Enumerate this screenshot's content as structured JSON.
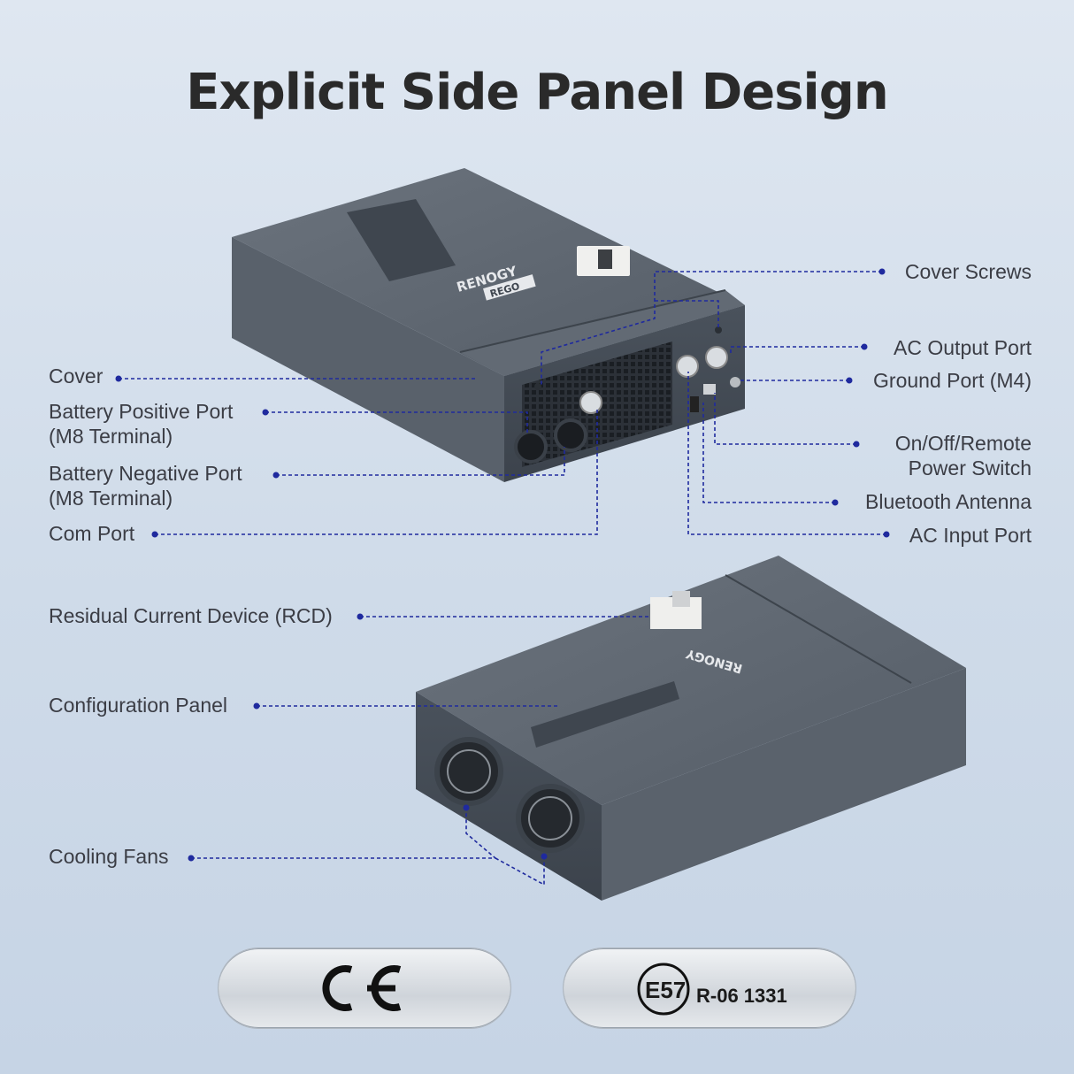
{
  "title": "Explicit Side Panel Design",
  "labels_left": [
    {
      "id": "cover",
      "text": "Cover"
    },
    {
      "id": "battery-positive",
      "line1": "Battery Positive Port",
      "line2": "(M8 Terminal)"
    },
    {
      "id": "battery-negative",
      "line1": "Battery Negative Port",
      "line2": "(M8 Terminal)"
    },
    {
      "id": "com-port",
      "text": "Com Port"
    },
    {
      "id": "rcd",
      "text": "Residual Current Device (RCD)"
    },
    {
      "id": "config-panel",
      "text": "Configuration Panel"
    },
    {
      "id": "cooling-fans",
      "text": "Cooling Fans"
    }
  ],
  "labels_right": [
    {
      "id": "cover-screws",
      "text": "Cover Screws"
    },
    {
      "id": "ac-output",
      "text": "AC Output Port"
    },
    {
      "id": "ground-port",
      "text": "Ground Port (M4)"
    },
    {
      "id": "power-switch",
      "line1": "On/Off/Remote",
      "line2": "Power Switch"
    },
    {
      "id": "bluetooth",
      "text": "Bluetooth Antenna"
    },
    {
      "id": "ac-input",
      "text": "AC Input Port"
    }
  ],
  "device": {
    "brand": "RENOGY",
    "model": "REGO"
  },
  "certifications": {
    "ce": "CE",
    "emark_code": "E57",
    "emark_number": "R-06 1331"
  },
  "colors": {
    "leader": "#1f2a9e",
    "device": "#4f5863",
    "title": "#2a2a2a"
  }
}
